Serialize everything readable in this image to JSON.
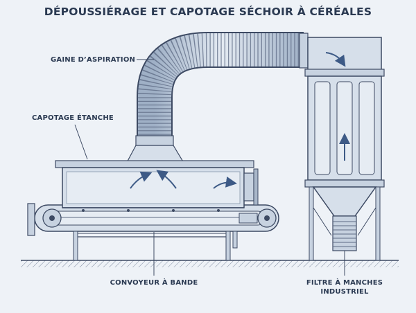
{
  "title": "DÉPOUSSIÉRAGE ET CAPOTAGE SÉCHOIR À CÉRÉALES",
  "labels": {
    "duct": "GAINE D’ASPIRATION",
    "hood": "CAPOTAGE ÉTANCHE",
    "conveyor": "CONVOYEUR À BANDE",
    "filter_line1": "FILTRE À MANCHES",
    "filter_line2": "INDUSTRIEL"
  },
  "colors": {
    "line": "#3d4a63",
    "fill": "#d6dfea",
    "fill_light": "#e6ecf3",
    "fill_dark": "#a9b7c9",
    "background": "#eef2f7"
  },
  "icons": [
    "airflow-arrow-icon",
    "ground-hatch"
  ]
}
